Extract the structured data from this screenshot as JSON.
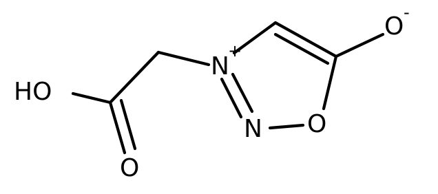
{
  "molecule": {
    "atoms": {
      "carboxyl_oh": "HO",
      "carbonyl_o": "O",
      "ring_n_plus": "N",
      "ring_n": "N",
      "ring_o": "O",
      "exocyclic_o": "O"
    },
    "charges": {
      "ring_n_plus": "+",
      "exocyclic_o": "-"
    }
  }
}
